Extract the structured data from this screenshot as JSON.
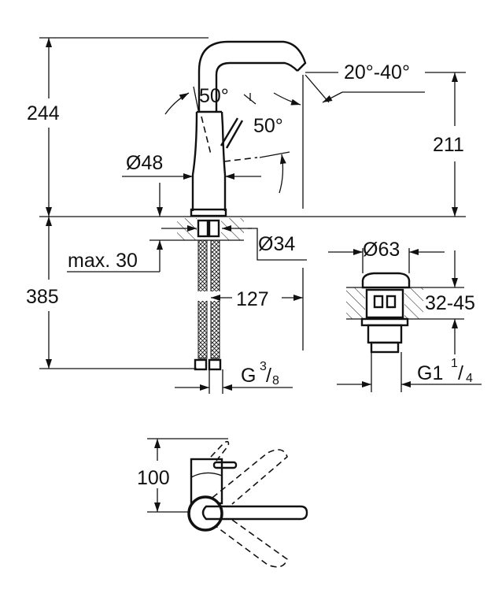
{
  "title": "Basin mixer technical drawing",
  "dimensions": {
    "total_height": "244",
    "spout_height": "211",
    "spout_swivel": "20°-40°",
    "lever_angle_1": "50°",
    "lever_angle_2": "50°",
    "body_diameter": "Ø48",
    "hole_diameter": "Ø34",
    "max_deck_thickness": "max. 30",
    "hose_length": "385",
    "spout_reach": "127",
    "hose_thread": "G",
    "hose_thread_num": "3",
    "hose_thread_den": "8",
    "waste_diameter": "Ø63",
    "waste_thickness": "32-45",
    "waste_thread": "G1",
    "waste_thread_num": "1",
    "waste_thread_den": "4",
    "plan_depth": "100"
  },
  "colors": {
    "line": "#111111",
    "background": "#ffffff"
  }
}
